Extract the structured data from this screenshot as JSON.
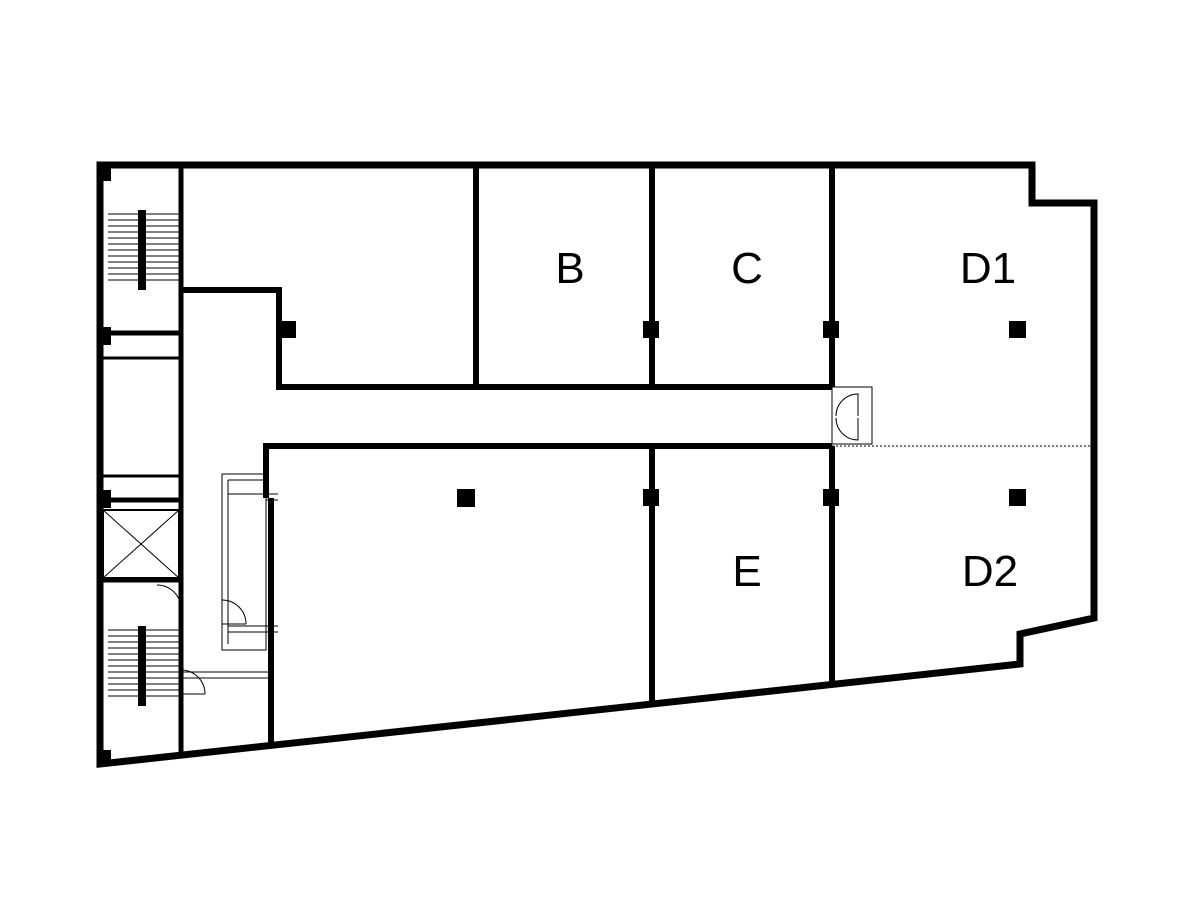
{
  "colors": {
    "background": "#ffffff",
    "wall": "#000000",
    "thin_line": "#000000"
  },
  "rooms": {
    "b": {
      "label": "B"
    },
    "c": {
      "label": "C"
    },
    "d1": {
      "label": "D1"
    },
    "d2": {
      "label": "D2"
    },
    "e": {
      "label": "E"
    }
  },
  "icons": {
    "stair": "stair-icon",
    "elevator": "elevator-x-icon",
    "door": "door-swing-icon",
    "column": "column-icon"
  }
}
